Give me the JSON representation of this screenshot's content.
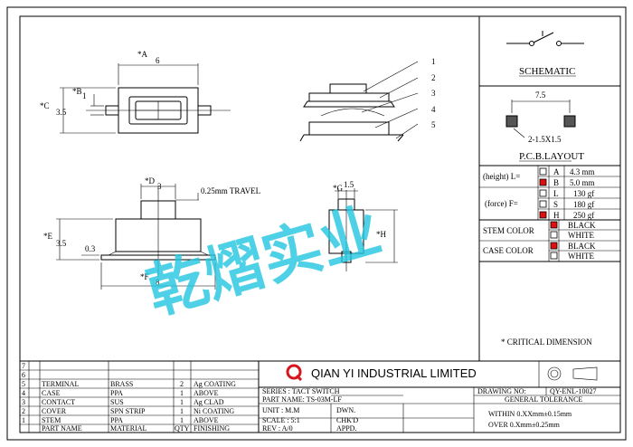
{
  "title_block": {
    "company": "QIAN YI INDUSTRIAL LIMITED",
    "series": "SERIES : TACT SWITCH",
    "part_name": "PART NAME: TS-03M-LF",
    "unit": "UNIT : M.M",
    "scale": "SCALE : 5:1",
    "rev": "REV : A/0",
    "dwn": "DWN.",
    "chkd": "CHK'D",
    "appd": "APPD.",
    "drawing_no": "DRAWING NO:",
    "drawing_no_value": "QY-ENL-10027",
    "general_tolerance": "GENERAL TOLERANCE",
    "tol1": "WITHIN 0.XXmm±0.15mm",
    "tol2": "OVER  0.Xmm±0.25mm",
    "critical": "* CRITICAL DIMENSION"
  },
  "bom": {
    "headers": [
      "PART NAME",
      "MATERIAL",
      "QTY",
      "FINISHING"
    ],
    "rows": [
      {
        "no": "7",
        "part": "",
        "material": "",
        "qty": "",
        "finish": ""
      },
      {
        "no": "6",
        "part": "",
        "material": "",
        "qty": "",
        "finish": ""
      },
      {
        "no": "5",
        "part": "TERMINAL",
        "material": "BRASS",
        "qty": "2",
        "finish": "Ag COATING"
      },
      {
        "no": "4",
        "part": "CASE",
        "material": "PPA",
        "qty": "1",
        "finish": "ABOVE"
      },
      {
        "no": "3",
        "part": "CONTACT",
        "material": "SUS",
        "qty": "1",
        "finish": "Ag CLAD"
      },
      {
        "no": "2",
        "part": "COVER",
        "material": "SPN STRIP",
        "qty": "1",
        "finish": "Ni COATING"
      },
      {
        "no": "1",
        "part": "STEM",
        "material": "PPA",
        "qty": "1",
        "finish": "ABOVE"
      }
    ]
  },
  "schematic": {
    "title": "SCHEMATIC"
  },
  "pcb": {
    "title": "P.C.B.LAYOUT",
    "width": "7.5",
    "pad": "2-1.5X1.5"
  },
  "options": {
    "height_label": "(height) L=",
    "force_label": "(force) F=",
    "height": [
      {
        "code": "A",
        "value": "4.3 mm",
        "checked": false
      },
      {
        "code": "B",
        "value": "5.0 mm",
        "checked": true
      }
    ],
    "force": [
      {
        "code": "L",
        "value": "130 gf",
        "checked": false
      },
      {
        "code": "S",
        "value": "180 gf",
        "checked": false
      },
      {
        "code": "H",
        "value": "250 gf",
        "checked": true
      }
    ],
    "stem_color_label": "STEM COLOR",
    "case_color_label": "CASE COLOR",
    "stem_color": [
      {
        "value": "BLACK",
        "checked": true
      },
      {
        "value": "WHITE",
        "checked": false
      }
    ],
    "case_color": [
      {
        "value": "BLACK",
        "checked": true
      },
      {
        "value": "WHITE",
        "checked": false
      }
    ]
  },
  "dimensions": {
    "A": "*A",
    "A_val": "6",
    "B": "*B",
    "B_val": "1",
    "C": "*C",
    "C_val": "3.5",
    "D": "*D",
    "D_val": "3",
    "E": "*E",
    "E_val": "3.5",
    "F": "*F",
    "F_val": "8",
    "G": "*G",
    "G_val": "1.5",
    "H": "*H",
    "lead": "0.3",
    "travel": "0.25mm TRAVEL"
  },
  "callouts": [
    "1",
    "2",
    "3",
    "4",
    "5"
  ],
  "watermark": "乾熠实业",
  "colors": {
    "accent_red": "#e01010",
    "watermark": "#22c6e0",
    "logo_red": "#d8141e"
  }
}
